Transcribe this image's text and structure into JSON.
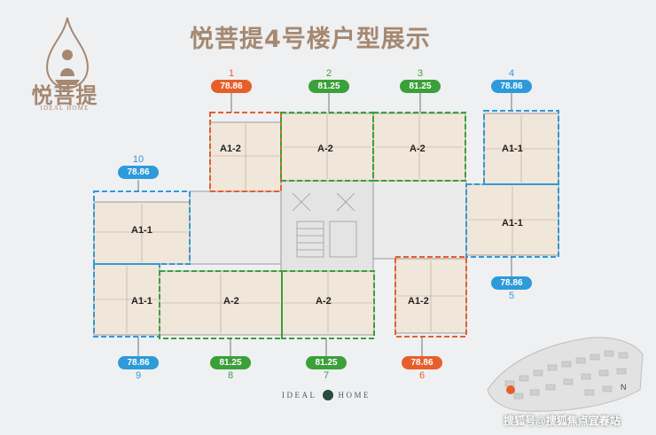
{
  "logo": {
    "word": "悦菩提",
    "sub": "IDEAL HOME"
  },
  "title": "悦菩提4号楼户型展示",
  "units": [
    {
      "no": "1",
      "area": "78.86",
      "type": "A1-2",
      "color": "orange"
    },
    {
      "no": "2",
      "area": "81.25",
      "type": "A-2",
      "color": "green"
    },
    {
      "no": "3",
      "area": "81.25",
      "type": "A-2",
      "color": "green"
    },
    {
      "no": "4",
      "area": "78.86",
      "type": "A1-1",
      "color": "blue"
    },
    {
      "no": "5",
      "area": "78.86",
      "type": "A1-1",
      "color": "blue"
    },
    {
      "no": "6",
      "area": "78.86",
      "type": "A1-2",
      "color": "orange"
    },
    {
      "no": "7",
      "area": "81.25",
      "type": "A-2",
      "color": "green"
    },
    {
      "no": "8",
      "area": "81.25",
      "type": "A-2",
      "color": "green"
    },
    {
      "no": "9",
      "area": "78.86",
      "type": "A1-1",
      "color": "blue"
    },
    {
      "no": "10",
      "area": "78.86",
      "type": "A1-1",
      "color": "blue"
    }
  ],
  "footer": {
    "left": "IDEAL",
    "right": "HOME"
  },
  "watermark": "搜狐号@搜狐焦点宜春站",
  "compass": "N",
  "colors": {
    "orange": "#e65f2a",
    "green": "#3ba03a",
    "blue": "#2e9ad9",
    "brand": "#a58871"
  }
}
